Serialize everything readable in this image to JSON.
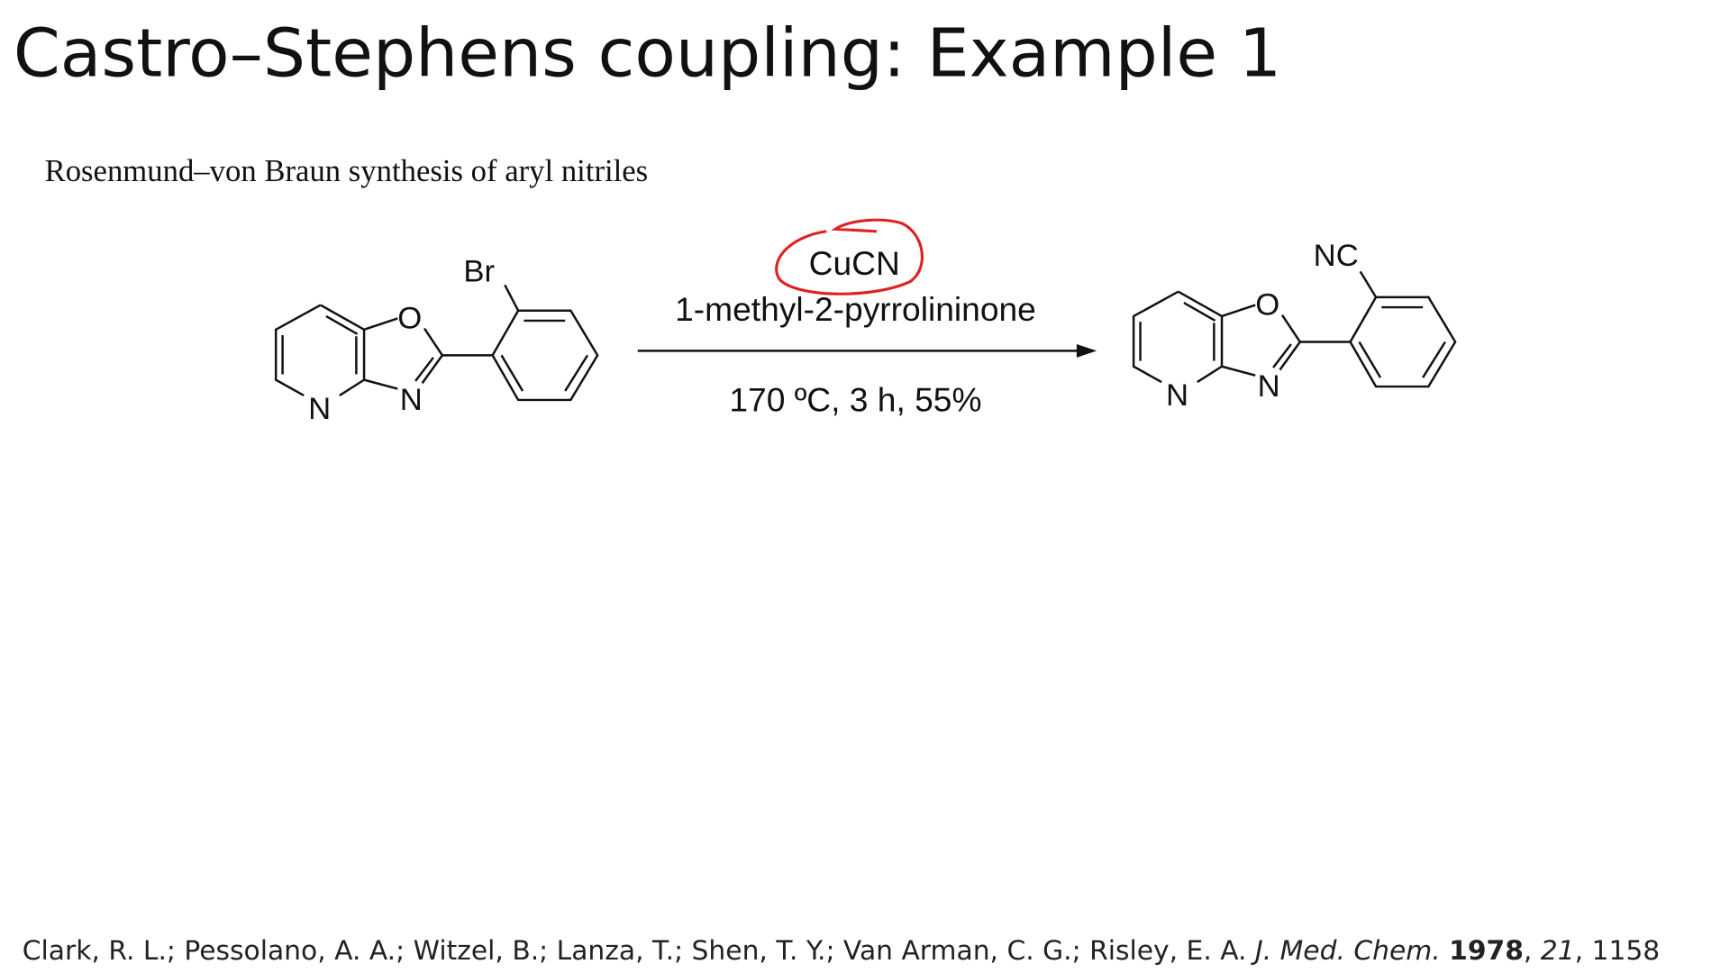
{
  "title": "Castro–Stephens coupling: Example 1",
  "subtitle": "Rosenmund–von Braun synthesis of aryl nitriles",
  "reaction": {
    "reactant_labels": {
      "br": "Br",
      "o": "O",
      "n_oxazole": "N",
      "n_pyridine": "N"
    },
    "product_labels": {
      "nc": "NC",
      "o": "O",
      "n_oxazole": "N",
      "n_pyridine": "N"
    },
    "reagent": "CuCN",
    "solvent": "1-methyl-2-pyrrolininone",
    "conditions": "170 ºC, 3 h, 55%",
    "annotation_color": "#e02020"
  },
  "reference": {
    "authors": "Clark, R. L.; Pessolano, A. A.; Witzel, B.; Lanza, T.; Shen, T. Y.; Van Arman, C. G.; Risley, E. A.",
    "journal": "J. Med. Chem.",
    "year": "1978",
    "volume": "21",
    "pages": "1158"
  }
}
